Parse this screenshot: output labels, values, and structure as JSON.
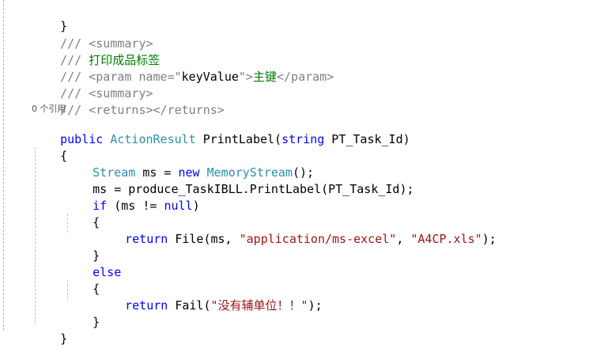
{
  "code": {
    "line0": {
      "brace": "}"
    },
    "line1": {
      "slashes": "/// ",
      "tag": "<summary>"
    },
    "line2": {
      "slashes": "/// ",
      "text": "打印成品标签"
    },
    "line3": {
      "slashes": "/// ",
      "tag_open": "<param name=\"",
      "param_name": "keyValue",
      "tag_mid": "\">",
      "text": "主键",
      "tag_close": "</param>"
    },
    "line4": {
      "slashes": "/// ",
      "tag": "<summary>"
    },
    "line5": {
      "slashes": "/// ",
      "tag": "<returns></returns>"
    },
    "codelens": "0 个引用",
    "line6": {
      "kw_public": "public",
      "sp1": " ",
      "type_result": "ActionResult",
      "sp2": " ",
      "method": "PrintLabel(",
      "kw_string": "string",
      "rest": " PT_Task_Id)"
    },
    "line7": {
      "brace": "{"
    },
    "line8": {
      "type_stream": "Stream",
      "mid": " ms = ",
      "kw_new": "new",
      "sp": " ",
      "type_ms": "MemoryStream",
      "end": "();"
    },
    "line9": {
      "text": "ms = produce_TaskIBLL.PrintLabel(PT_Task_Id);"
    },
    "line10": {
      "kw_if": "if",
      "mid": " (ms != ",
      "kw_null": "null",
      "end": ")"
    },
    "line11": {
      "brace": "{"
    },
    "line12": {
      "kw_return": "return",
      "mid": " File(ms, ",
      "str1": "\"application/ms-excel\"",
      "comma": ", ",
      "str2": "\"A4CP.xls\"",
      "end": ");"
    },
    "line13": {
      "brace": "}"
    },
    "line14": {
      "kw_else": "else"
    },
    "line15": {
      "brace": "{"
    },
    "line16": {
      "kw_return": "return",
      "mid": " Fail(",
      "str": "\"没有辅单位！！\"",
      "end": ");"
    },
    "line17": {
      "brace": "}"
    },
    "line18": {
      "brace": "}"
    }
  },
  "colors": {
    "comment": "#008000",
    "doc_tag": "#808080",
    "keyword": "#0000ff",
    "type": "#2b91af",
    "string": "#a31515"
  }
}
